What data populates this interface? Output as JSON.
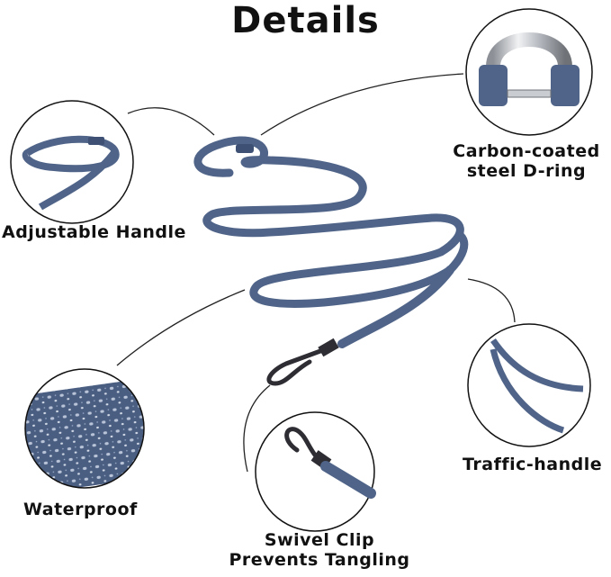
{
  "page": {
    "title": "Details"
  },
  "features": {
    "adjustable_handle": "Adjustable Handle",
    "d_ring_line1": "Carbon-coated",
    "d_ring_line2": "steel D-ring",
    "waterproof": "Waterproof",
    "traffic_handle": "Traffic-handle",
    "swivel_line1": "Swivel Clip",
    "swivel_line2": "Prevents Tangling"
  },
  "colors": {
    "leash": "#4f6488",
    "leash_dark": "#3e5175",
    "steel": "#c9ccd1",
    "steel_dark": "#6f7378",
    "outline": "#111111",
    "background": "#ffffff"
  },
  "icons": [
    "leash-product",
    "d-ring-closeup",
    "handle-closeup",
    "waterproof-texture",
    "traffic-handle-closeup",
    "swivel-clip-closeup"
  ]
}
